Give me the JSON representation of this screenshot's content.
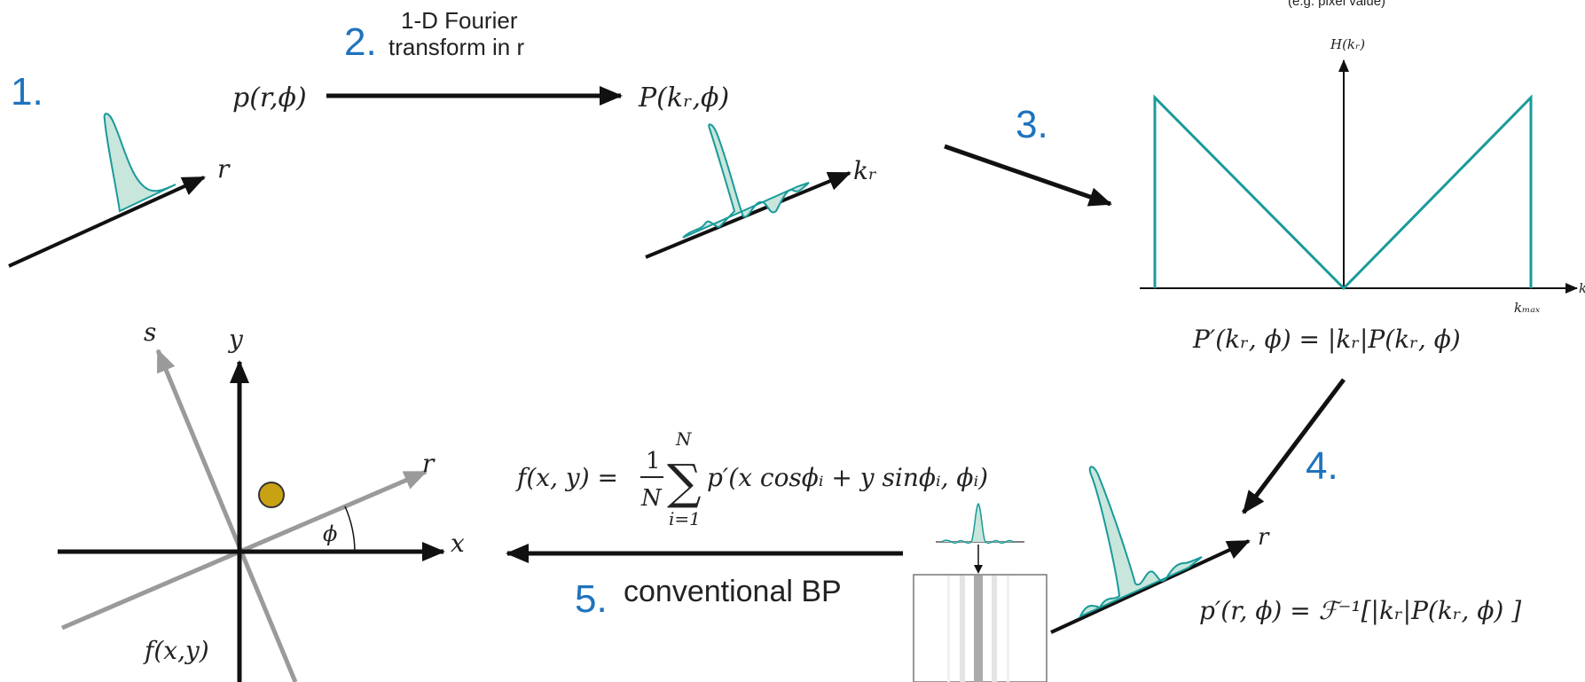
{
  "steps": {
    "s1": "1.",
    "s2": "2.",
    "s3": "3.",
    "s4": "4.",
    "s5": "5."
  },
  "labels": {
    "fourier_line1": "1-D Fourier",
    "fourier_line2": "transform in r",
    "p_r_phi": "p(r,ϕ)",
    "P_kr_phi": "P(kᵣ,ϕ)",
    "axis_r_1": "r",
    "axis_kr": "kᵣ",
    "filter_note": "(e.g. pixel value)",
    "filter_ylabel": "H(kᵣ)",
    "filter_kmax": "kₘₐₓ",
    "filter_k": "k",
    "eq_filtered_freq": "P′(kᵣ, ϕ) = |kᵣ|P(kᵣ, ϕ)",
    "eq_inverse": "p′(r, ϕ) = ℱ⁻¹[|kᵣ|P(kᵣ, ϕ) ]",
    "axis_r_4": "r",
    "eq_bp_lhs": "f(x, y) =",
    "eq_bp_frac_num": "1",
    "eq_bp_frac_den": "N",
    "eq_bp_sum": "∑",
    "eq_bp_sum_top": "N",
    "eq_bp_sum_bottom": "i=1",
    "eq_bp_rhs": "p′(x cosϕᵢ + y sinϕᵢ, ϕᵢ)",
    "conventional_bp": "conventional BP",
    "axis_s": "s",
    "axis_y": "y",
    "axis_r_5": "r",
    "axis_x": "x",
    "angle_phi": "ϕ",
    "f_xy": "f(x,y)"
  },
  "colors": {
    "accent_teal": "#1a9a9a",
    "fill_teal": "#c8e6dc",
    "step_blue": "#1e73be",
    "grey_axis": "#9a9a9a",
    "point_gold": "#c9a214"
  }
}
